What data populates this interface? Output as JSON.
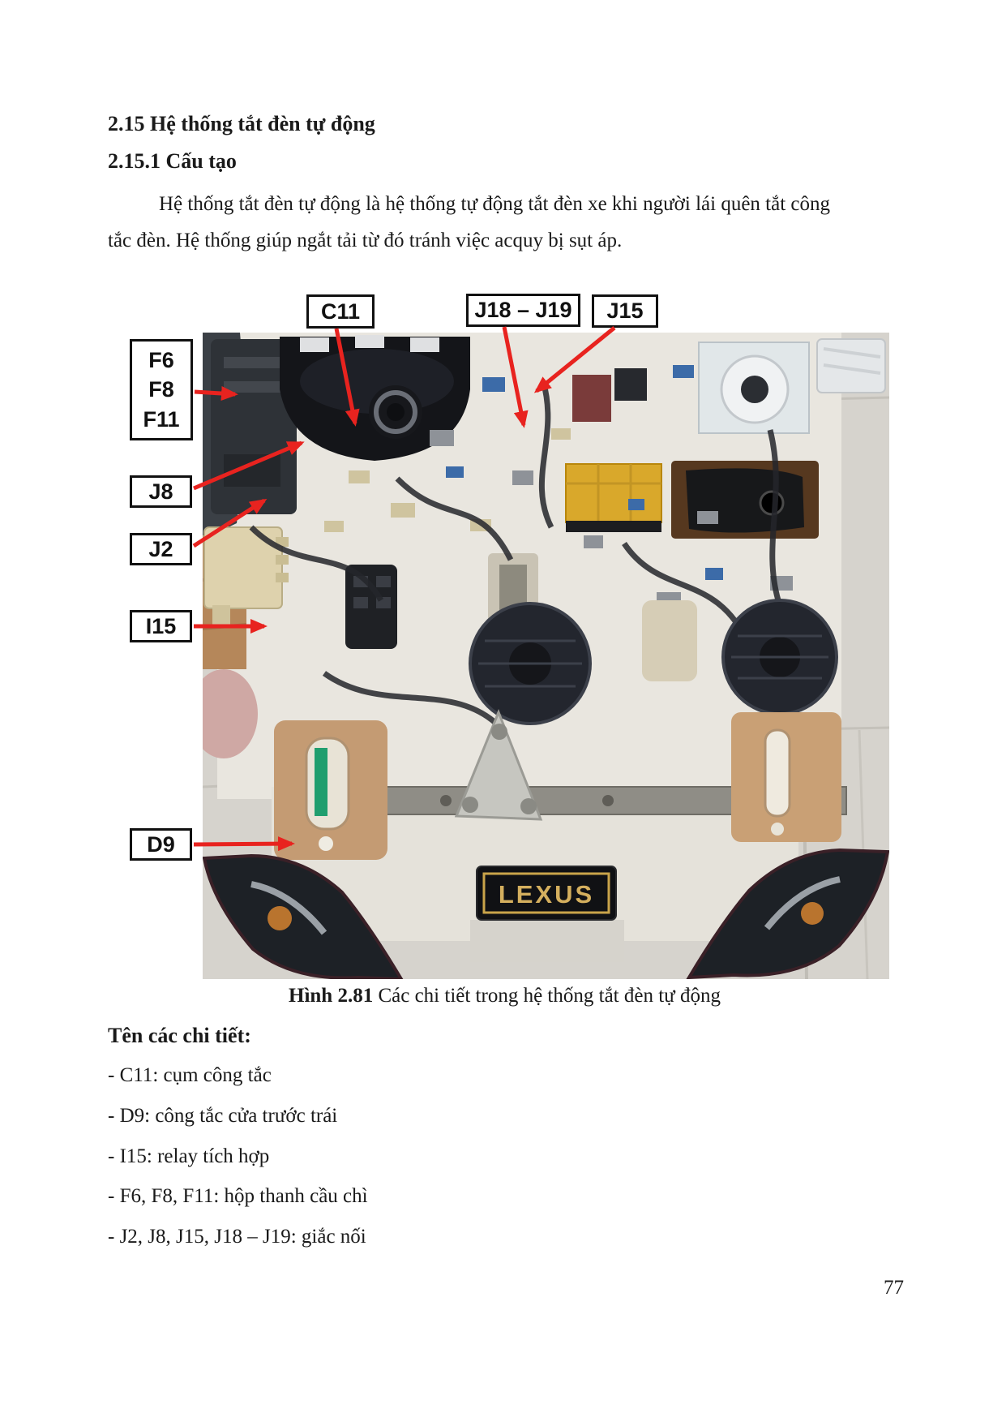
{
  "headings": {
    "h1": "2.15 Hệ thống tắt đèn tự động",
    "h2": "2.15.1 Cấu tạo"
  },
  "paragraph": {
    "line1": "Hệ thống tắt đèn tự động là hệ thống tự động tắt đèn xe khi người lái quên tắt công",
    "line2": "tắc đèn. Hệ thống giúp ngắt tải từ đó tránh việc acquy bị sụt áp."
  },
  "figure": {
    "callouts": {
      "c11": "C11",
      "j18_j19": "J18 – J19",
      "j15": "J15",
      "fuse": [
        "F6",
        "F8",
        "F11"
      ],
      "j8": "J8",
      "j2": "J2",
      "i15": "I15",
      "d9": "D9"
    },
    "badge": "LEXUS",
    "caption_bold": "Hình 2.81",
    "caption_text": "Các chi tiết trong hệ thống tắt đèn tự động"
  },
  "parts_list": {
    "title": "Tên các chi tiết:",
    "items": [
      "- C11: cụm công tắc",
      "- D9: công tắc cửa trước trái",
      "- I15: relay tích hợp",
      "- F6, F8, F11: hộp thanh cầu chì",
      "- J2, J8, J15, J18 – J19: giắc nối"
    ]
  },
  "page_number": "77",
  "colors": {
    "arrow_red": "#e8231f"
  }
}
